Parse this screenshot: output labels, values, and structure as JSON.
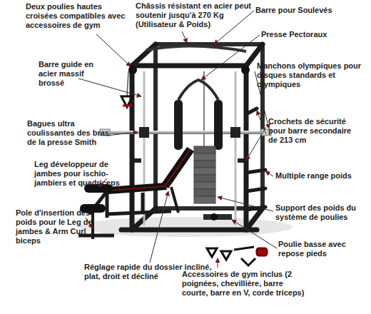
{
  "diagram": {
    "labels": [
      "Deux poulies hautes croisées compatibles avec accessoires de gym",
      "Châssis résistant en acier peut soutenir jusqu'à 270 Kg (Utilisateur & Poids)",
      "Barre pour Soulevés",
      "Presse Pectoraux",
      "Barre guide en acier massif brossé",
      "Manchons olympiques pour disques standards et olympiques",
      "Bagues ultra coulissantes des bras de la presse Smith",
      "Crochets de sécurité pour barre secondaire de 213 cm",
      "Leg développeur de jambes pour ischio-jambiers et quadriceps",
      "Multiple range poids",
      "Pole d'insertion des poids pour le Leg de jambes & Arm Curl biceps",
      "Support des poids du système de poulies",
      "Réglage rapide du dossier incliné, plat, droit et décliné",
      "Accessoires de gym inclus (2 poignées, chevillière, barre courte, barre en V, corde triceps)",
      "Poulie basse avec repose pieds"
    ]
  }
}
